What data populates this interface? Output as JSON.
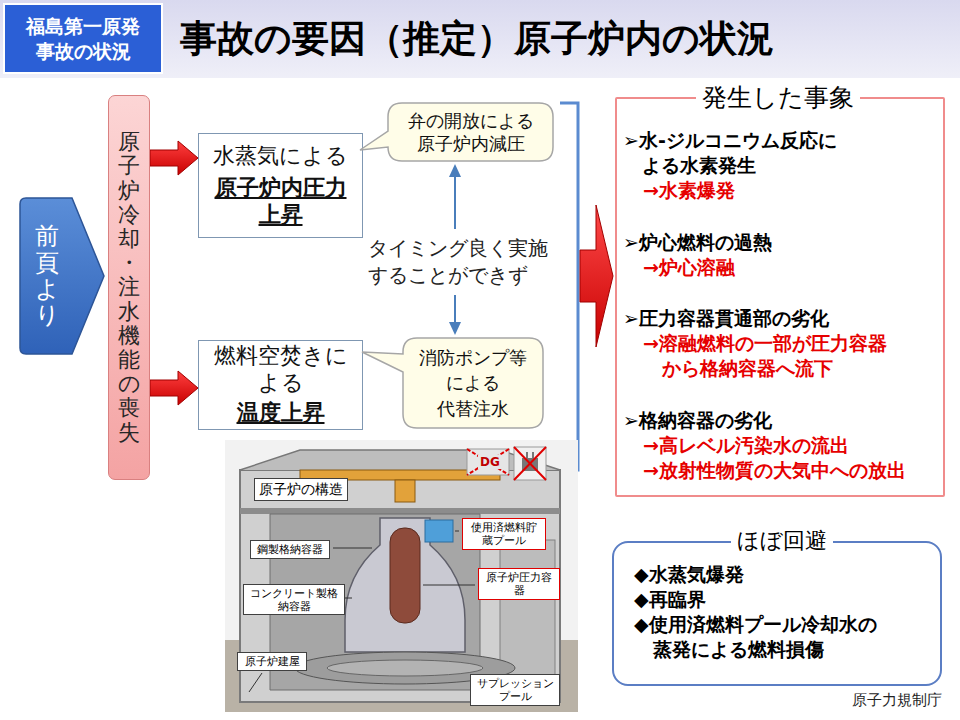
{
  "diagram": {
    "title": "事故の要因（推定）原子炉内の状況",
    "nodes": [
      {
        "text": [
          "福島第一原発 事故の状況"
        ]
      },
      {
        "text": [
          "前頁より"
        ]
      },
      {
        "text": [
          "原子炉冷却・注水機能の喪失"
        ]
      },
      {
        "text": [
          "水蒸気による",
          "原子炉内圧力 上昇"
        ]
      },
      {
        "text": [
          "弁の開放による 原子炉内減圧"
        ]
      },
      {
        "text": [
          "燃料空焚きに よる",
          "温度上昇"
        ]
      },
      {
        "text": [
          "消防ポンプ等 による 代替注水"
        ]
      },
      {
        "text": [
          "発生した事象",
          "➢水-ジルコニウム反応に よる水素発生",
          "→水素爆発",
          "➢炉心燃料の過熱",
          "→炉心溶融",
          "➢圧力容器貫通部の劣化",
          "→溶融燃料の一部が圧力容器 から格納容器へ流下",
          "➢格納容器の劣化",
          "→高レベル汚染水の流出",
          "→放射性物質の大気中への放出"
        ]
      },
      {
        "text": [
          "ほぼ回避",
          "◆水蒸気爆発",
          "◆再臨界",
          "◆使用済燃料プール冷却水の 蒸発による燃料損傷"
        ]
      },
      {
        "text": [
          "原子炉の構造"
        ]
      },
      {
        "text": [
          "鋼製格納容器"
        ]
      },
      {
        "text": [
          "コンクリート製格 納容器"
        ]
      },
      {
        "text": [
          "原子炉建屋"
        ]
      },
      {
        "text": [
          "使用済燃料貯 蔵プール"
        ]
      },
      {
        "text": [
          "原子炉圧力容 器"
        ]
      },
      {
        "text": [
          "サプレッション プール"
        ]
      }
    ],
    "edges": [
      {
        "from": 2,
        "to": 3,
        "arrow": "to"
      },
      {
        "from": 2,
        "to": 5,
        "arrow": "to"
      }
    ],
    "labels": [
      "タイミング良く実施 することができず",
      "DG",
      "原子力規制庁"
    ]
  }
}
